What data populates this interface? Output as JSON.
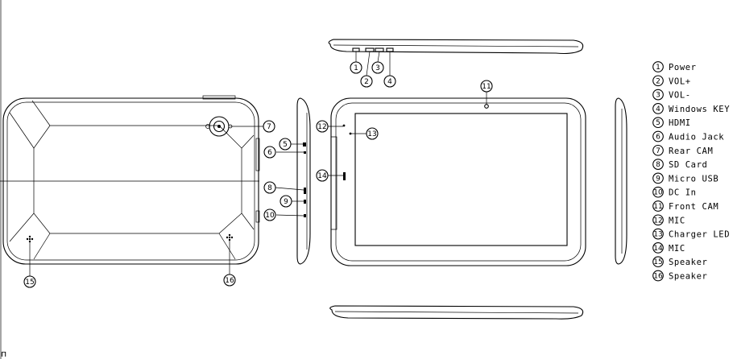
{
  "callouts": [
    {
      "num": "1"
    },
    {
      "num": "2"
    },
    {
      "num": "3"
    },
    {
      "num": "4"
    },
    {
      "num": "5"
    },
    {
      "num": "6"
    },
    {
      "num": "7"
    },
    {
      "num": "8"
    },
    {
      "num": "9"
    },
    {
      "num": "10"
    },
    {
      "num": "11"
    },
    {
      "num": "12"
    },
    {
      "num": "13"
    },
    {
      "num": "14"
    },
    {
      "num": "15"
    },
    {
      "num": "16"
    }
  ],
  "legend": [
    {
      "num": "1",
      "label": "Power"
    },
    {
      "num": "2",
      "label": "VOL+"
    },
    {
      "num": "3",
      "label": "VOL-"
    },
    {
      "num": "4",
      "label": "Windows KEY"
    },
    {
      "num": "5",
      "label": "HDMI"
    },
    {
      "num": "6",
      "label": "Audio Jack"
    },
    {
      "num": "7",
      "label": "Rear CAM"
    },
    {
      "num": "8",
      "label": "SD Card"
    },
    {
      "num": "9",
      "label": "Micro USB"
    },
    {
      "num": "10",
      "label": "DC In"
    },
    {
      "num": "11",
      "label": "Front CAM"
    },
    {
      "num": "12",
      "label": "MIC"
    },
    {
      "num": "13",
      "label": "Charger LED"
    },
    {
      "num": "14",
      "label": "MIC"
    },
    {
      "num": "15",
      "label": "Speaker"
    },
    {
      "num": "16",
      "label": "Speaker"
    }
  ],
  "corner_mark": "п"
}
